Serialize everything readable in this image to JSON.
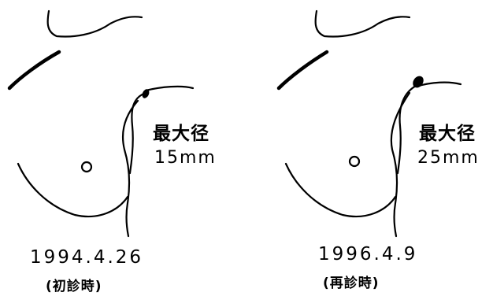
{
  "panels": [
    {
      "size_title": "最大径",
      "size_value": "15mm",
      "date": "1994.4.26",
      "visit_label": "(初診時)"
    },
    {
      "size_title": "最大径",
      "size_value": "25mm",
      "date": "1996.4.9",
      "visit_label": "(再診時)"
    }
  ]
}
